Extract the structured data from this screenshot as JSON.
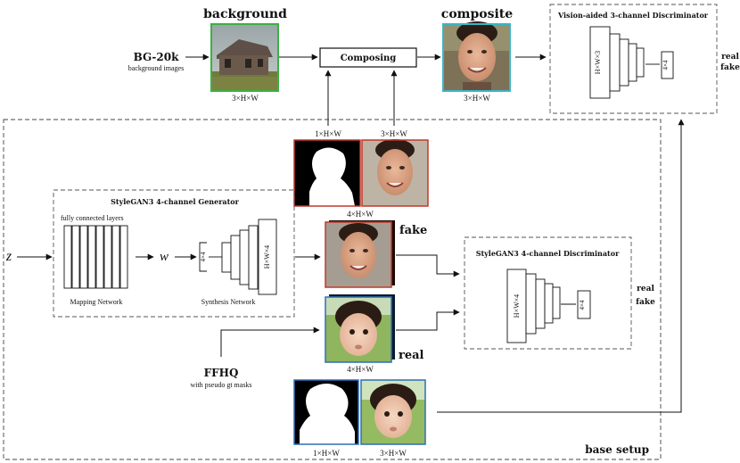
{
  "top": {
    "background_title": "background",
    "composite_title": "composite",
    "bg_source": "BG-20k",
    "bg_source_sub": "background images",
    "composing_label": "Composing",
    "bg_dims": "3×H×W",
    "composite_dims": "3×H×W",
    "mask_dims": "1×H×W",
    "face_dims": "3×H×W",
    "vision_disc_title": "Vision-aided 3-channel Discriminator",
    "vision_disc_big": "H×W×3",
    "vision_disc_small": "4×4",
    "real_label": "real",
    "fake_label": "fake"
  },
  "base": {
    "label": "base setup",
    "generator_title": "StyleGAN3 4-channel Generator",
    "fc_label": "fully connected layers",
    "mapping_label": "Mapping Network",
    "synthesis_label": "Synthesis Network",
    "z_symbol": "z",
    "w_symbol": "w",
    "gen_small": "4×4",
    "gen_big": "H×W×4",
    "fake_stack_dims": "4×H×W",
    "fake_label": "fake",
    "real_stack_dims": "4×H×W",
    "real_label": "real",
    "disc_title": "StyleGAN3 4-channel Discriminator",
    "disc_big": "H×W×4",
    "disc_small": "4×4",
    "disc_real": "real",
    "disc_fake": "fake",
    "ffhq_label": "FFHQ",
    "ffhq_sub": "with pseudo gt masks",
    "bottom_mask_dims": "1×H×W",
    "bottom_face_dims": "3×H×W"
  },
  "colors": {
    "background_frame": "#3cb043",
    "composite_frame": "#3bb6c4",
    "fake_frame": "#c0392b",
    "real_frame": "#2f6fb5"
  }
}
